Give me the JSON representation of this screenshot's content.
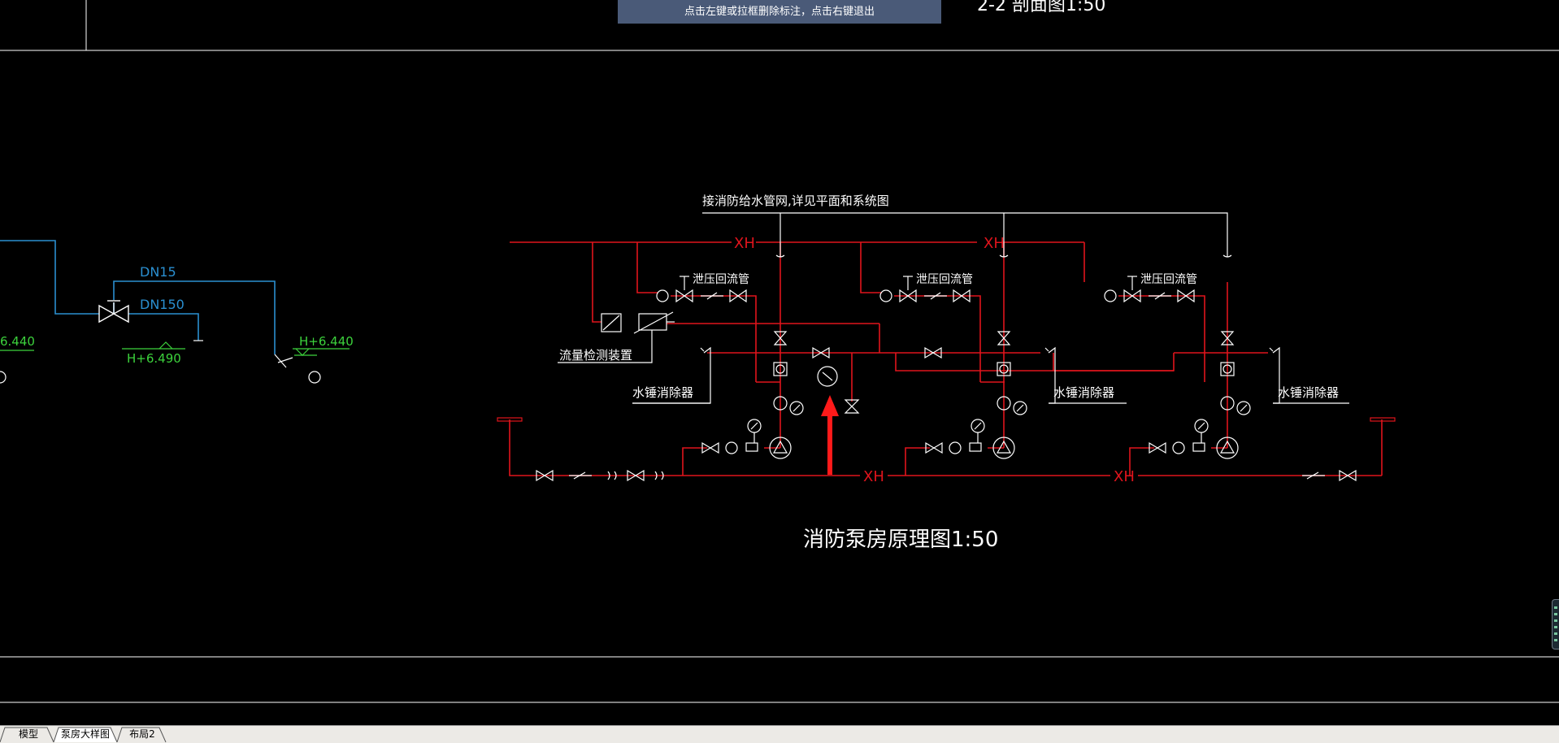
{
  "command_tip": "点击左键或拉框删除标注，点击右键退出",
  "drawing": {
    "top_section_title": "2-2 剖面图1:50",
    "main_title": "消防泵房原理图1:50",
    "labels": {
      "connect_network": "接消防给水管网,详见平面和系统图",
      "pressure_relief": "泄压回流管",
      "flow_detector": "流量检测装置",
      "water_hammer": "水锤消除器",
      "pipe_line_code": "XH"
    },
    "detail": {
      "dn15": "DN15",
      "dn150": "DN150",
      "elev_left": "6.440",
      "elev_mid": "H+6.490",
      "elev_right": "H+6.440"
    }
  },
  "tabs": [
    {
      "label": "模型",
      "active": false
    },
    {
      "label": "泵房大样图",
      "active": true
    },
    {
      "label": "布局2",
      "active": false
    }
  ],
  "colors": {
    "background": "#000000",
    "pipe_red": "#e0141c",
    "pipe_blue": "#2a8fd0",
    "text_green": "#3cd23c",
    "text_white": "#ffffff",
    "arrow_red": "#ff1a1a"
  }
}
